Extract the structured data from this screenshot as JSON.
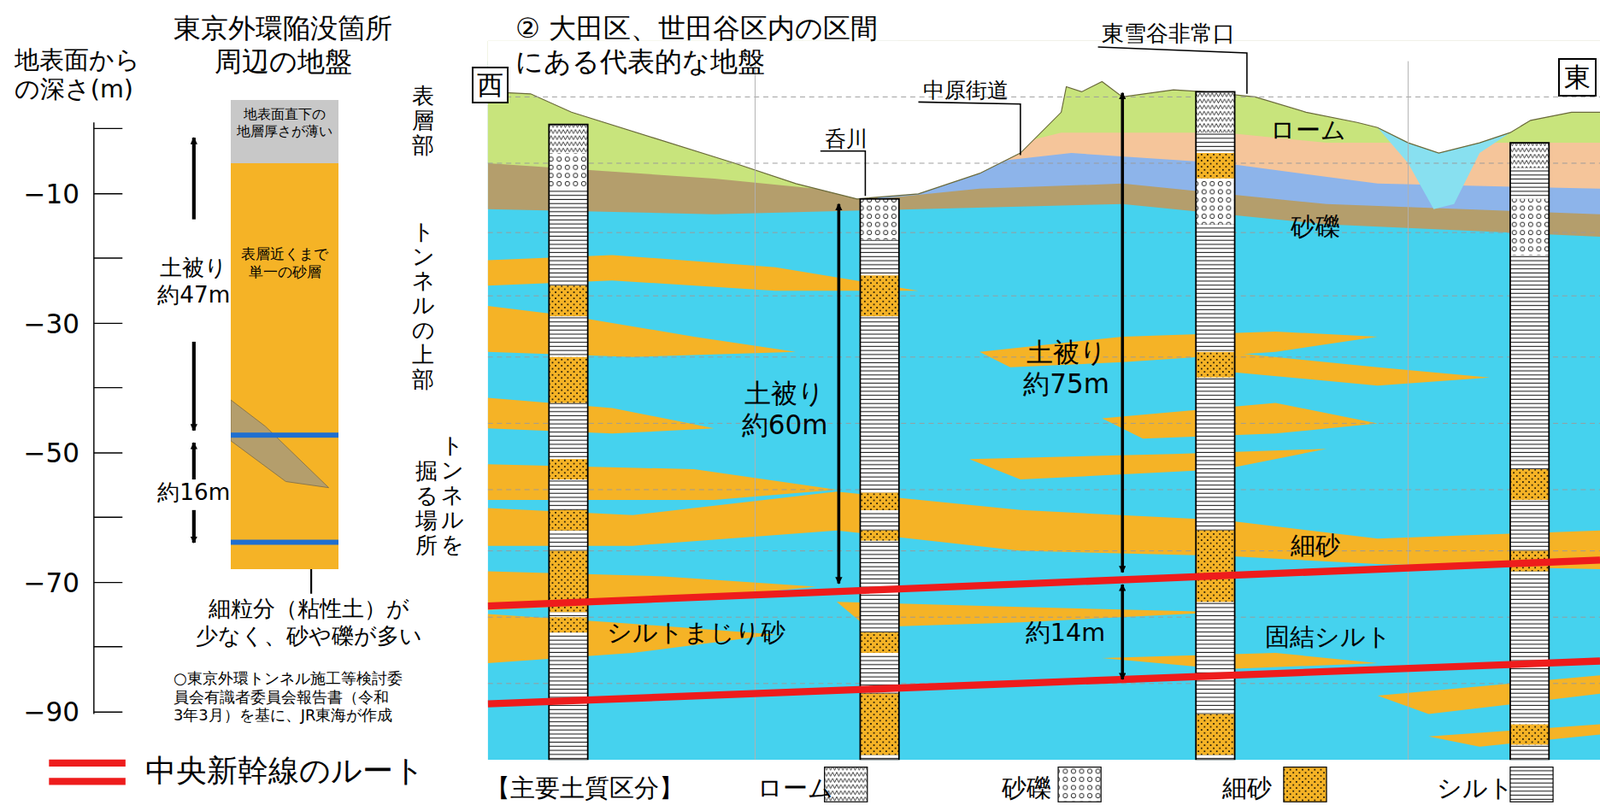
{
  "diagram": {
    "nodes": [
      {
        "text": [
          "地表面直下の 地層厚さが薄い"
        ]
      },
      {
        "text": [
          "表層近くまで 単一の砂層"
        ]
      },
      {
        "text": [
          "西"
        ]
      },
      {
        "text": [
          "東"
        ]
      }
    ],
    "labels": [
      "地表面から の深さ(m)",
      "東京外環陥没箇所 周辺の地盤",
      "−10",
      "−30",
      "−50",
      "−70",
      "−90",
      "表層部",
      "トンネルの上部",
      "トンネルを",
      "掘る場所",
      "土被り 約47m",
      "約16m",
      "細粒分（粘性土）が 少なく、砂や礫が多い",
      "○東京外環トンネル施工等検討委 員会有識者委員会報告書（令和 3年3月）を基に、JR東海が作成",
      "② 大田区、世田谷区内の区間 にある代表的な地盤",
      "東雪谷非常口",
      "中原街道",
      "呑川",
      "ローム",
      "砂礫",
      "土被り 約75m",
      "土被り 約60m",
      "細砂",
      "約14m",
      "シルトまじり砂",
      "固結シルト",
      "【主要土質区分】"
    ],
    "legend": [
      {
        "text": "中央新幹線のルート"
      },
      {
        "text": "ローム"
      },
      {
        "text": "砂礫"
      },
      {
        "text": "細砂"
      },
      {
        "text": "シルト"
      }
    ]
  }
}
